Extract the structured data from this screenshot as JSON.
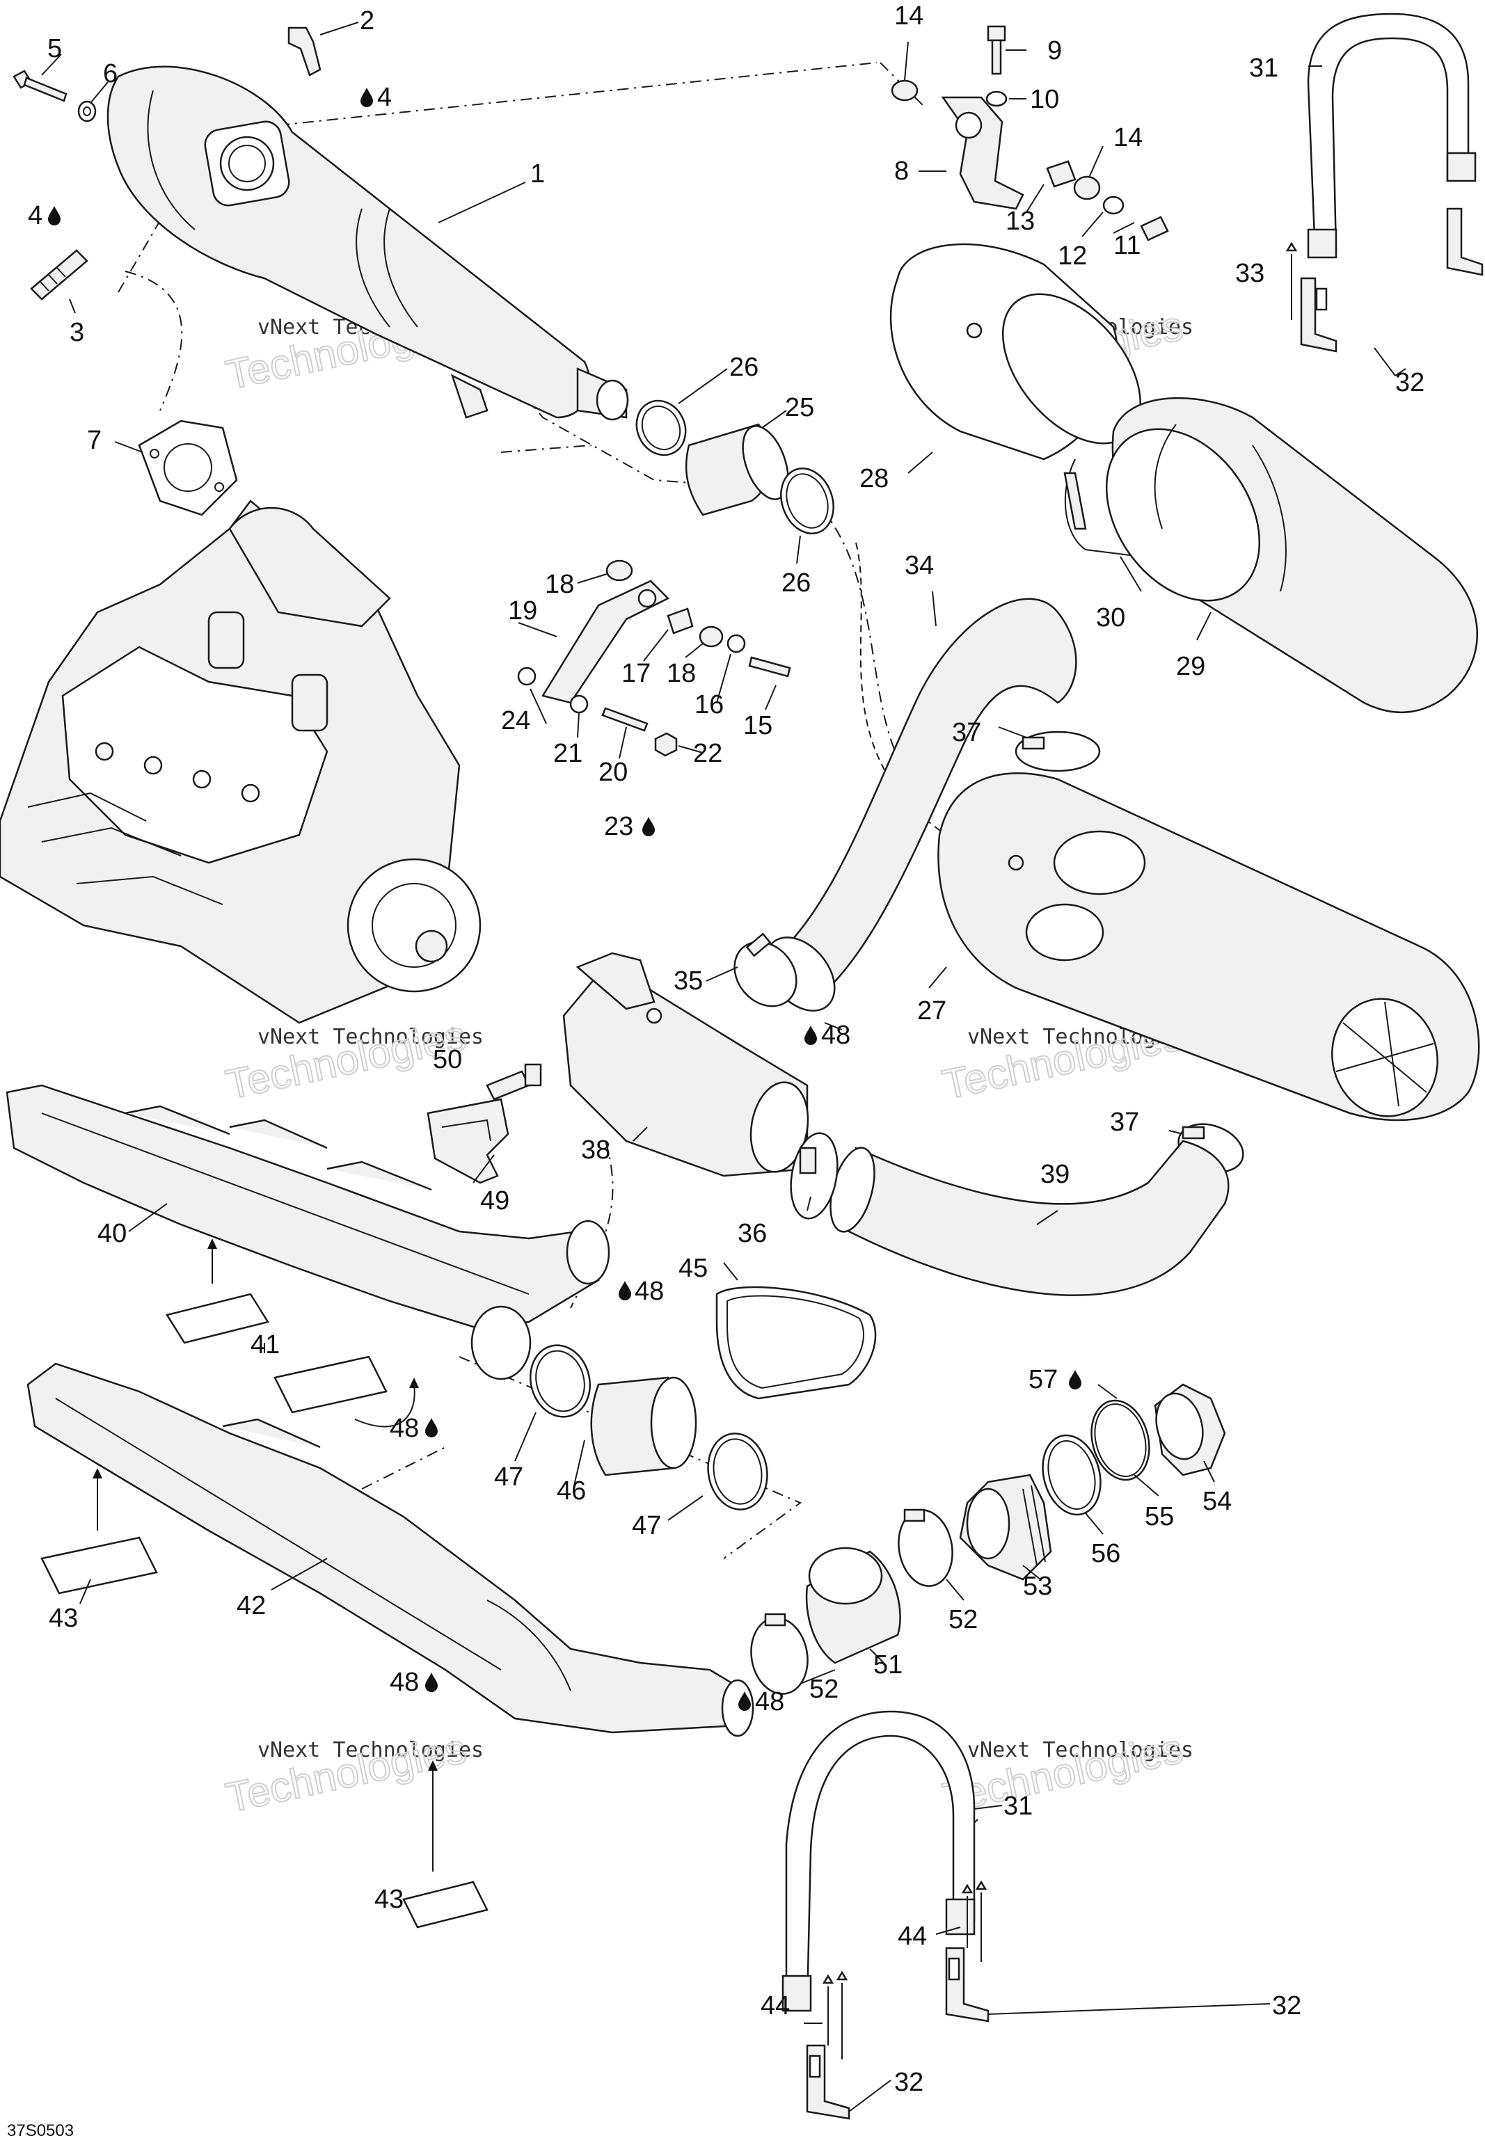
{
  "diagram": {
    "drawing_code": "37S0503",
    "watermark": {
      "line1": "vNext Technologies",
      "line2": "Technologies"
    },
    "callouts": [
      {
        "id": "c1",
        "text": "1"
      },
      {
        "id": "c2",
        "text": "2"
      },
      {
        "id": "c3",
        "text": "3"
      },
      {
        "id": "c4a",
        "text": "4"
      },
      {
        "id": "c4b",
        "text": "4"
      },
      {
        "id": "c5",
        "text": "5"
      },
      {
        "id": "c6",
        "text": "6"
      },
      {
        "id": "c7",
        "text": "7"
      },
      {
        "id": "c8",
        "text": "8"
      },
      {
        "id": "c9",
        "text": "9"
      },
      {
        "id": "c10",
        "text": "10"
      },
      {
        "id": "c11",
        "text": "11"
      },
      {
        "id": "c12",
        "text": "12"
      },
      {
        "id": "c13",
        "text": "13"
      },
      {
        "id": "c14a",
        "text": "14"
      },
      {
        "id": "c14b",
        "text": "14"
      },
      {
        "id": "c15",
        "text": "15"
      },
      {
        "id": "c16",
        "text": "16"
      },
      {
        "id": "c17",
        "text": "17"
      },
      {
        "id": "c18a",
        "text": "18"
      },
      {
        "id": "c18b",
        "text": "18"
      },
      {
        "id": "c19",
        "text": "19"
      },
      {
        "id": "c20",
        "text": "20"
      },
      {
        "id": "c21",
        "text": "21"
      },
      {
        "id": "c22",
        "text": "22"
      },
      {
        "id": "c23",
        "text": "23"
      },
      {
        "id": "c24",
        "text": "24"
      },
      {
        "id": "c25",
        "text": "25"
      },
      {
        "id": "c26a",
        "text": "26"
      },
      {
        "id": "c26b",
        "text": "26"
      },
      {
        "id": "c27",
        "text": "27"
      },
      {
        "id": "c28",
        "text": "28"
      },
      {
        "id": "c29",
        "text": "29"
      },
      {
        "id": "c30",
        "text": "30"
      },
      {
        "id": "c31a",
        "text": "31"
      },
      {
        "id": "c31b",
        "text": "31"
      },
      {
        "id": "c32a",
        "text": "32"
      },
      {
        "id": "c32b",
        "text": "32"
      },
      {
        "id": "c32c",
        "text": "32"
      },
      {
        "id": "c33",
        "text": "33"
      },
      {
        "id": "c34",
        "text": "34"
      },
      {
        "id": "c35",
        "text": "35"
      },
      {
        "id": "c36",
        "text": "36"
      },
      {
        "id": "c37a",
        "text": "37"
      },
      {
        "id": "c37b",
        "text": "37"
      },
      {
        "id": "c38",
        "text": "38"
      },
      {
        "id": "c39",
        "text": "39"
      },
      {
        "id": "c40",
        "text": "40"
      },
      {
        "id": "c41",
        "text": "41"
      },
      {
        "id": "c42",
        "text": "42"
      },
      {
        "id": "c43a",
        "text": "43"
      },
      {
        "id": "c43b",
        "text": "43"
      },
      {
        "id": "c44a",
        "text": "44"
      },
      {
        "id": "c44b",
        "text": "44"
      },
      {
        "id": "c45",
        "text": "45"
      },
      {
        "id": "c46",
        "text": "46"
      },
      {
        "id": "c47a",
        "text": "47"
      },
      {
        "id": "c47b",
        "text": "47"
      },
      {
        "id": "c48a",
        "text": "48"
      },
      {
        "id": "c48b",
        "text": "48"
      },
      {
        "id": "c48c",
        "text": "48"
      },
      {
        "id": "c48d",
        "text": "48"
      },
      {
        "id": "c48e",
        "text": "48"
      },
      {
        "id": "c49",
        "text": "49"
      },
      {
        "id": "c50",
        "text": "50"
      },
      {
        "id": "c51",
        "text": "51"
      },
      {
        "id": "c52a",
        "text": "52"
      },
      {
        "id": "c52b",
        "text": "52"
      },
      {
        "id": "c53",
        "text": "53"
      },
      {
        "id": "c54",
        "text": "54"
      },
      {
        "id": "c55",
        "text": "55"
      },
      {
        "id": "c56",
        "text": "56"
      },
      {
        "id": "c57",
        "text": "57"
      }
    ]
  }
}
